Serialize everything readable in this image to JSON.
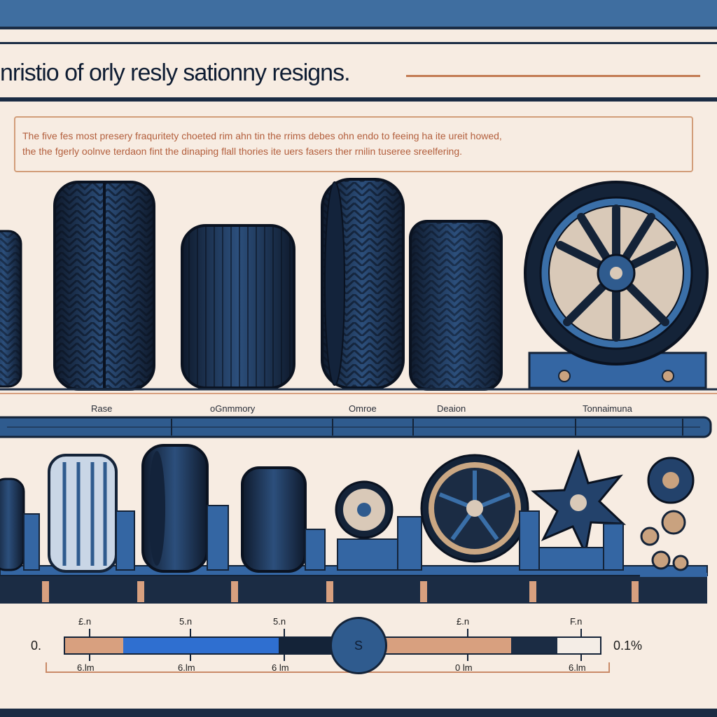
{
  "header": {
    "title": "nristio of orly resly sationny resigns."
  },
  "description": {
    "line1": "The five fes most presery fraquritety choeted rim ahn tin the rrims debes ohn endo to feeing ha ite ureit howed,",
    "line2": "the the fgerly oolnve terdaon fint the dinaping flall thories ite uers fasers ther rnilin tuseree sreelfering."
  },
  "tire_row": {
    "labels": [
      "Rase",
      "oGnmmory",
      "Omroe",
      "Deaion",
      "Tonnaimuna"
    ]
  },
  "slider": {
    "left_value": "0.",
    "right_value": "0.1%",
    "knob_label": "S",
    "top_ticks": [
      "£.n",
      "5.n",
      "5.n",
      "£.n",
      "F.n"
    ],
    "bottom_ticks": [
      "6.lm",
      "6.lm",
      "6 lm",
      "0 lm",
      "6.lm"
    ]
  },
  "colors": {
    "navy": "#1b2c44",
    "blue": "#2f6fd0",
    "tan": "#d8a07f",
    "background": "#f7ece2"
  }
}
